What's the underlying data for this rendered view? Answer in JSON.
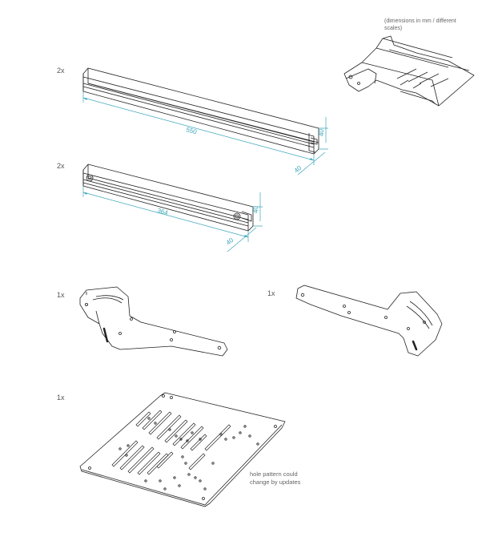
{
  "notes": {
    "scale_note": "(dimensions in mm / different scales)",
    "hole_note_line1": "hole pattern could",
    "hole_note_line2": "change by updates"
  },
  "parts": {
    "long_profile": {
      "qty": "2x",
      "length": "550",
      "width": "40",
      "height": "40"
    },
    "short_profile": {
      "qty": "2x",
      "length": "364",
      "width": "40",
      "height": "40"
    },
    "bracket_left": {
      "qty": "1x"
    },
    "bracket_right": {
      "qty": "1x"
    },
    "base_plate": {
      "qty": "1x"
    }
  },
  "colors": {
    "dimension": "#3aa5b9",
    "line": "#222222",
    "label": "#555555"
  }
}
